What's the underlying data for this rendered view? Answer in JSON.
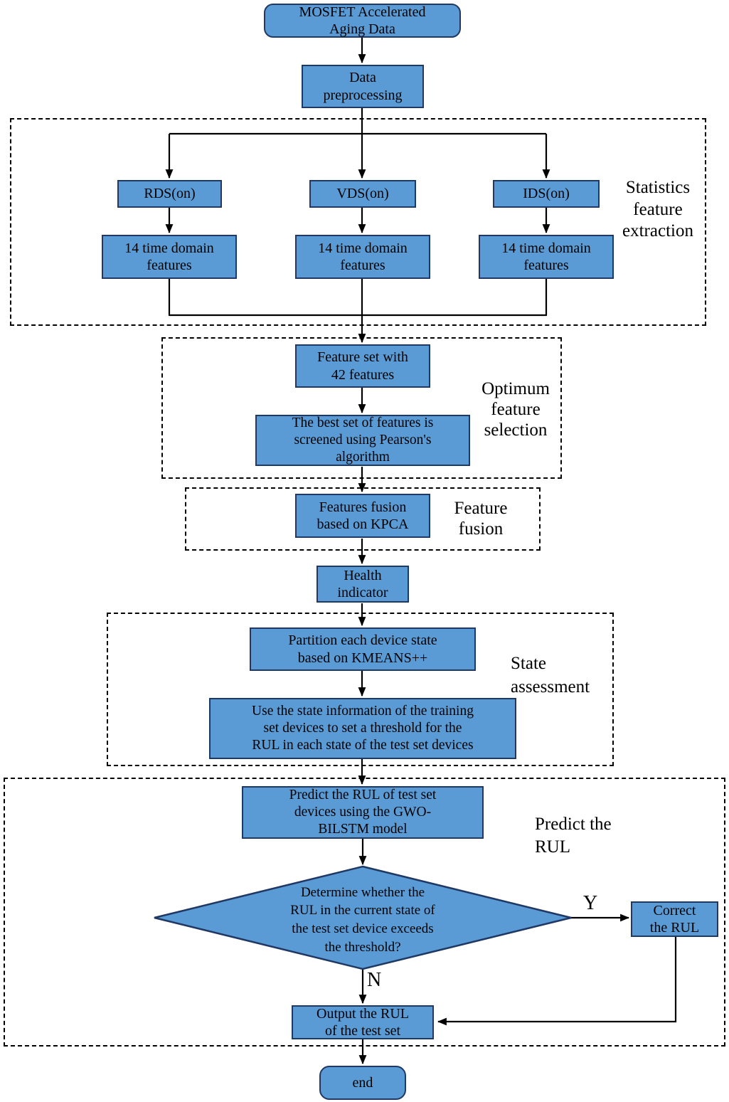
{
  "colors": {
    "node_fill": "#5b9bd5",
    "node_border": "#1f3864",
    "connector": "#000000",
    "region_border": "#000000",
    "text": "#000000"
  },
  "nodes": {
    "start": {
      "text": "MOSFET Accelerated\nAging Data"
    },
    "preprocess": {
      "text": "Data\npreprocessing"
    },
    "rds": {
      "text": "RDS(on)"
    },
    "vds": {
      "text": "VDS(on)"
    },
    "ids": {
      "text": "IDS(on)"
    },
    "rds_features": {
      "text": "14 time domain\nfeatures"
    },
    "vds_features": {
      "text": "14 time domain\nfeatures"
    },
    "ids_features": {
      "text": "14 time domain\nfeatures"
    },
    "feature_set": {
      "text": "Feature set with\n42 features"
    },
    "pearson": {
      "text": "The best set of features is\nscreened using Pearson's\nalgorithm"
    },
    "kpca": {
      "text": "Features fusion\nbased on KPCA"
    },
    "health": {
      "text": "Health\nindicator"
    },
    "partition": {
      "text": "Partition each device state\nbased on KMEANS++"
    },
    "threshold": {
      "text": "Use the state information of the training\nset devices to set a threshold for the\nRUL in each state of the test set devices"
    },
    "predict": {
      "text": "Predict the RUL of test set\ndevices using the GWO-\nBILSTM model"
    },
    "decision": {
      "text": "Determine whether the\nRUL in the current state of\nthe test set device exceeds\nthe threshold?"
    },
    "correct": {
      "text": "Correct\nthe RUL"
    },
    "output": {
      "text": "Output the RUL\nof the test set"
    },
    "end": {
      "text": "end"
    }
  },
  "section_labels": {
    "statistics": "Statistics\nfeature\nextraction",
    "optimum": "Optimum\nfeature\nselection",
    "fusion": "Feature\nfusion",
    "state": "State\nassessment",
    "predict_rul": "Predict the\nRUL"
  },
  "branch_labels": {
    "yes": "Y",
    "no": "N"
  }
}
